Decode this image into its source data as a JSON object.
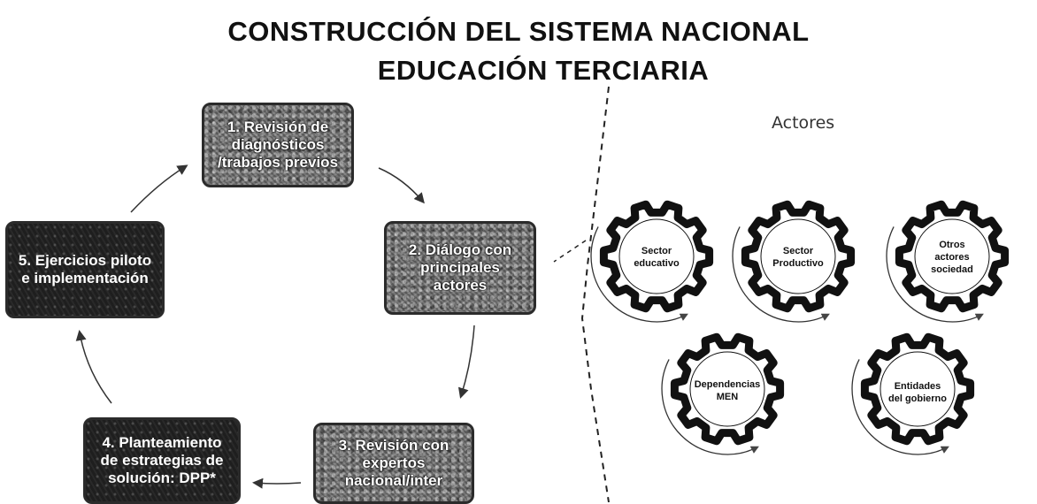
{
  "title": {
    "line1": "CONSTRUCCIÓN DEL SISTEMA NACIONAL",
    "line2": "EDUCACIÓN TERCIARIA"
  },
  "cycle": {
    "steps": [
      {
        "id": 1,
        "lines": [
          "1. Revisión de",
          "diagnósticos",
          "/trabajos previos"
        ],
        "style": "noisy"
      },
      {
        "id": 2,
        "lines": [
          "2. Diálogo con",
          "principales",
          "actores"
        ],
        "style": "noisy"
      },
      {
        "id": 3,
        "lines": [
          "3. Revisión con",
          "expertos",
          "nacional/inter"
        ],
        "style": "noisy"
      },
      {
        "id": 4,
        "lines": [
          "4. Planteamiento",
          "de estrategias de",
          "solución: DPP*"
        ],
        "style": "dark"
      },
      {
        "id": 5,
        "lines": [
          "5. Ejercicios piloto",
          "e implementación"
        ],
        "style": "dark"
      }
    ]
  },
  "actors": {
    "heading": "Actores",
    "gears": [
      {
        "lines": [
          "Sector",
          "educativo"
        ]
      },
      {
        "lines": [
          "Sector",
          "Productivo"
        ]
      },
      {
        "lines": [
          "Otros",
          "actores",
          "sociedad"
        ]
      },
      {
        "lines": [
          "Dependencias",
          "MEN"
        ]
      },
      {
        "lines": [
          "Entidades",
          "del gobierno"
        ]
      }
    ]
  },
  "colors": {
    "box_noisy": "#6e6e6e",
    "box_dark": "#1e1e1e",
    "gear_stroke": "#111111",
    "arrow": "#333333"
  }
}
